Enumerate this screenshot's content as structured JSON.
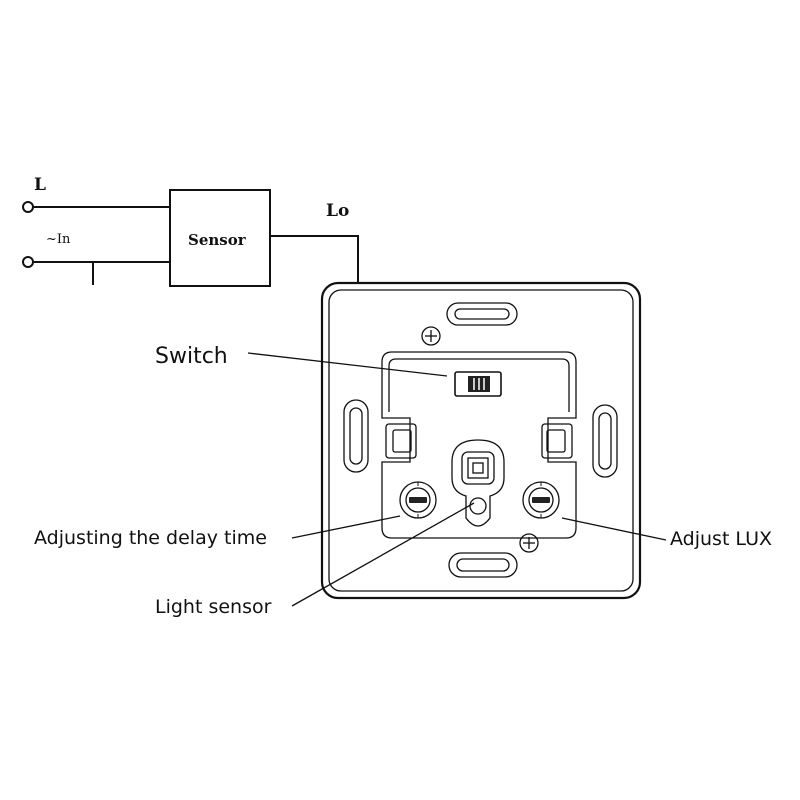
{
  "wiring": {
    "terminal_L": "L",
    "terminal_in": "~In",
    "sensor_box": "Sensor",
    "terminal_Lo": "Lo"
  },
  "device": {
    "callouts": {
      "switch": "Switch",
      "delay": "Adjusting the delay time",
      "light_sensor": "Light sensor",
      "lux": "Adjust LUX"
    }
  }
}
